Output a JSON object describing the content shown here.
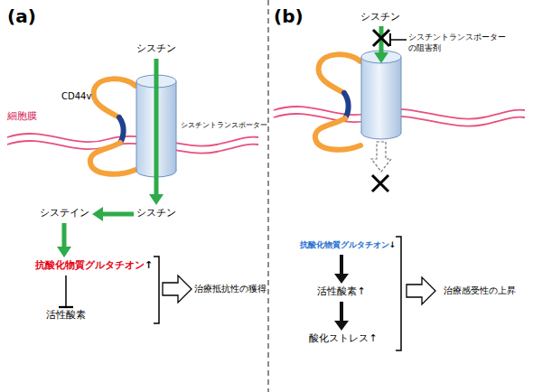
{
  "diagram": {
    "nodes": [
      {
        "text": [
          "シスチン"
        ]
      },
      {
        "text": [
          "シスチントランスポーター"
        ]
      },
      {
        "text": [
          "シスチン"
        ]
      },
      {
        "text": [
          "システイン"
        ]
      },
      {
        "text": [
          "抗酸化物質グルタチオン",
          "↑"
        ]
      },
      {
        "text": [
          "活性酸素"
        ]
      },
      {
        "text": [
          "治療抵抗性の獲得"
        ]
      },
      {
        "text": [
          "シスチン"
        ]
      },
      {
        "text": [
          "シスチントランスポーター の阻害剤"
        ]
      },
      {
        "text": [
          "抗酸化物質グルタチオン",
          "↓"
        ]
      },
      {
        "text": [
          "活性酸素",
          "↑"
        ]
      },
      {
        "text": [
          "酸化ストレス",
          "↑"
        ]
      },
      {
        "text": [
          "治療感受性の上昇"
        ]
      }
    ],
    "edges": [
      {
        "from": 0,
        "to": 2,
        "arrow": "to"
      },
      {
        "from": 2,
        "to": 3,
        "arrow": "to"
      },
      {
        "from": 3,
        "to": 4,
        "arrow": "to"
      },
      {
        "from": 4,
        "to": 5,
        "arrow": "to"
      },
      {
        "from": 9,
        "to": 10,
        "arrow": "to"
      },
      {
        "from": 10,
        "to": 11,
        "arrow": "to"
      }
    ],
    "labels": [
      "(a)",
      "細胞膜",
      "CD44v",
      "(b)"
    ]
  }
}
